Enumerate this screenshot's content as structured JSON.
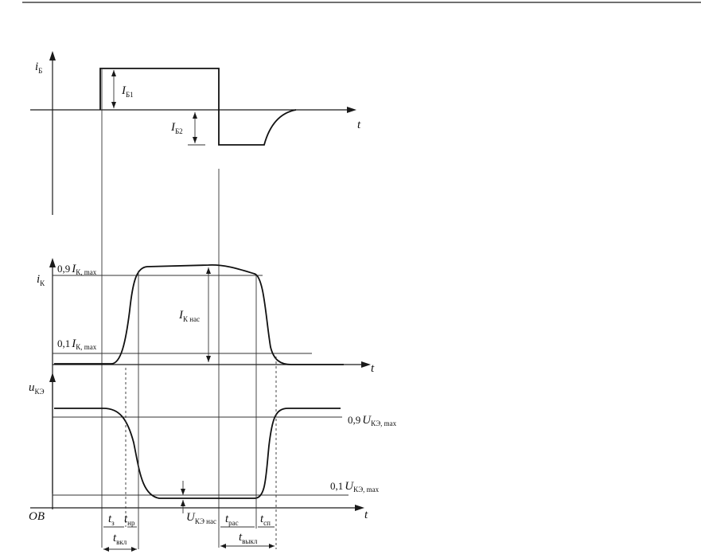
{
  "labels": {
    "ib_axis": "i",
    "ib_axis_sub": "Б",
    "ib1": "I",
    "ib1_sub": "Б1",
    "ib2": "I",
    "ib2_sub": "Б2",
    "t1": "t",
    "ik_axis": "i",
    "ik_axis_sub": "К",
    "ik09_pre": "0,9",
    "ik09_I": "I",
    "ik09_sub": "К, max",
    "ik01_pre": "0,1",
    "ik01_I": "I",
    "ik01_sub": "К, max",
    "iknas": "I",
    "iknas_sub": "К нас",
    "t2": "t",
    "uke_axis": "u",
    "uke_axis_sub": "КЭ",
    "uke09_pre": "0,9",
    "uke09_U": "U",
    "uke09_sub": "КЭ, max",
    "uke01_pre": "0,1",
    "uke01_U": "U",
    "uke01_sub": "КЭ, max",
    "ob": "OB",
    "t3": "t",
    "uke_nas": "U",
    "uke_nas_sub": "КЭ нас",
    "t_z": "t",
    "t_z_sub": "з",
    "t_nr": "t",
    "t_nr_sub": "нр",
    "t_vkl": "t",
    "t_vkl_sub": "вкл",
    "t_ras": "t",
    "t_ras_sub": "рас",
    "t_sp": "t",
    "t_sp_sub": "сп",
    "t_vykl": "t",
    "t_vykl_sub": "выкл"
  },
  "colors": {
    "ink": "#111111",
    "background": "#ffffff"
  }
}
